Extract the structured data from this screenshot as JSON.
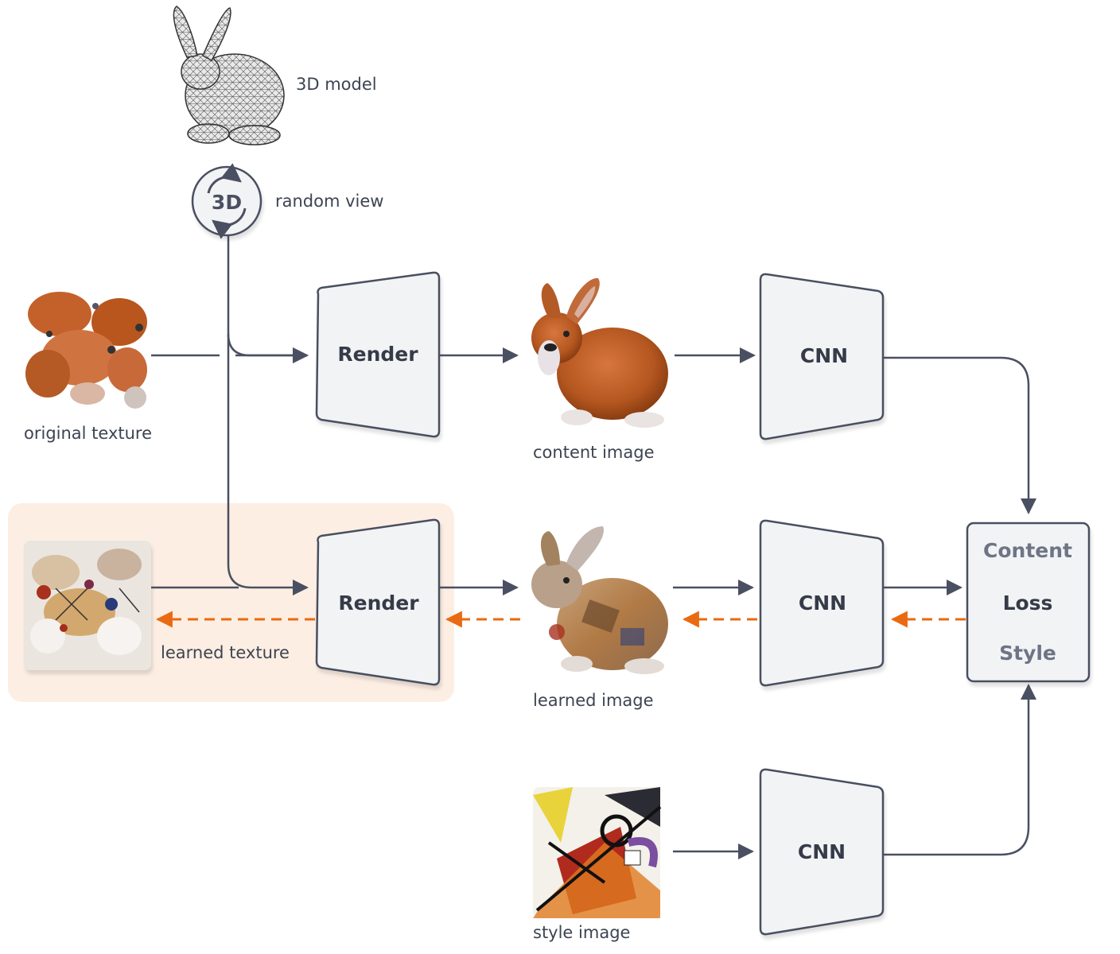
{
  "nodes": {
    "model_label": "3D model",
    "view_badge": "3D",
    "view_label": "random view",
    "original_texture_label": "original texture",
    "render_top": "Render",
    "content_image_label": "content image",
    "cnn_top": "CNN",
    "learned_texture_label": "learned texture",
    "render_bottom": "Render",
    "learned_image_label": "learned image",
    "cnn_middle": "CNN",
    "loss_content": "Content",
    "loss_title": "Loss",
    "loss_style": "Style",
    "style_image_label": "style image",
    "cnn_bottom": "CNN"
  },
  "colors": {
    "edge": "#4a5061",
    "backprop": "#ea6a12",
    "highlight": "#fdeee3",
    "block_fill": "#f2f3f5"
  }
}
